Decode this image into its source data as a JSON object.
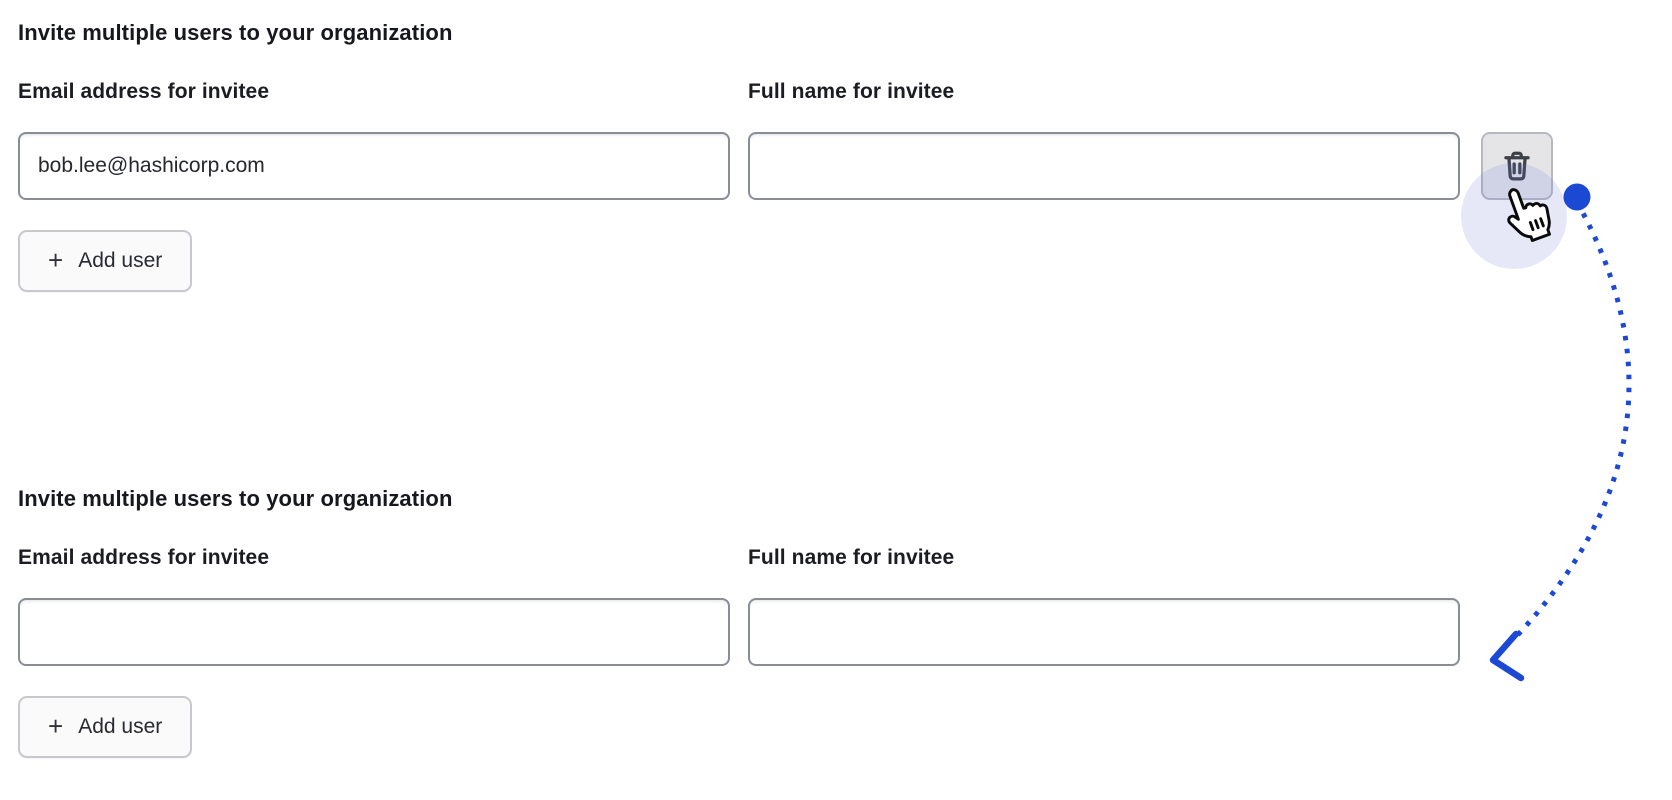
{
  "page": {
    "background": "#ffffff",
    "description_note": "before/after snapshots of an invite-users form; dotted arrow shows result of clicking delete"
  },
  "colors": {
    "accent_blue": "#1c49d4",
    "input_border": "#898d99",
    "button_border": "#c7c9cf",
    "button_background": "#fafafb",
    "trash_button_background": "#e5e5e8",
    "text_dark": "#16181d"
  },
  "icons": {
    "trash": "trash-icon",
    "plus": "plus-icon",
    "cursor": "cursor-pointer-icon",
    "click_dot": "click-indicator-dot",
    "arrow": "dotted-curved-arrow"
  },
  "sections": [
    {
      "heading": "Invite multiple users to your organization",
      "fields": [
        {
          "label": "Email address for invitee",
          "value": "bob.lee@hashicorp.com"
        },
        {
          "label": "Full name for invitee",
          "value": ""
        }
      ],
      "add_button_icon": "+",
      "add_button_label": "Add user",
      "has_delete_button": true
    },
    {
      "heading": "Invite multiple users to your organization",
      "fields": [
        {
          "label": "Email address for invitee",
          "value": ""
        },
        {
          "label": "Full name for invitee",
          "value": ""
        }
      ],
      "add_button_icon": "+",
      "add_button_label": "Add user",
      "has_delete_button": false
    }
  ]
}
